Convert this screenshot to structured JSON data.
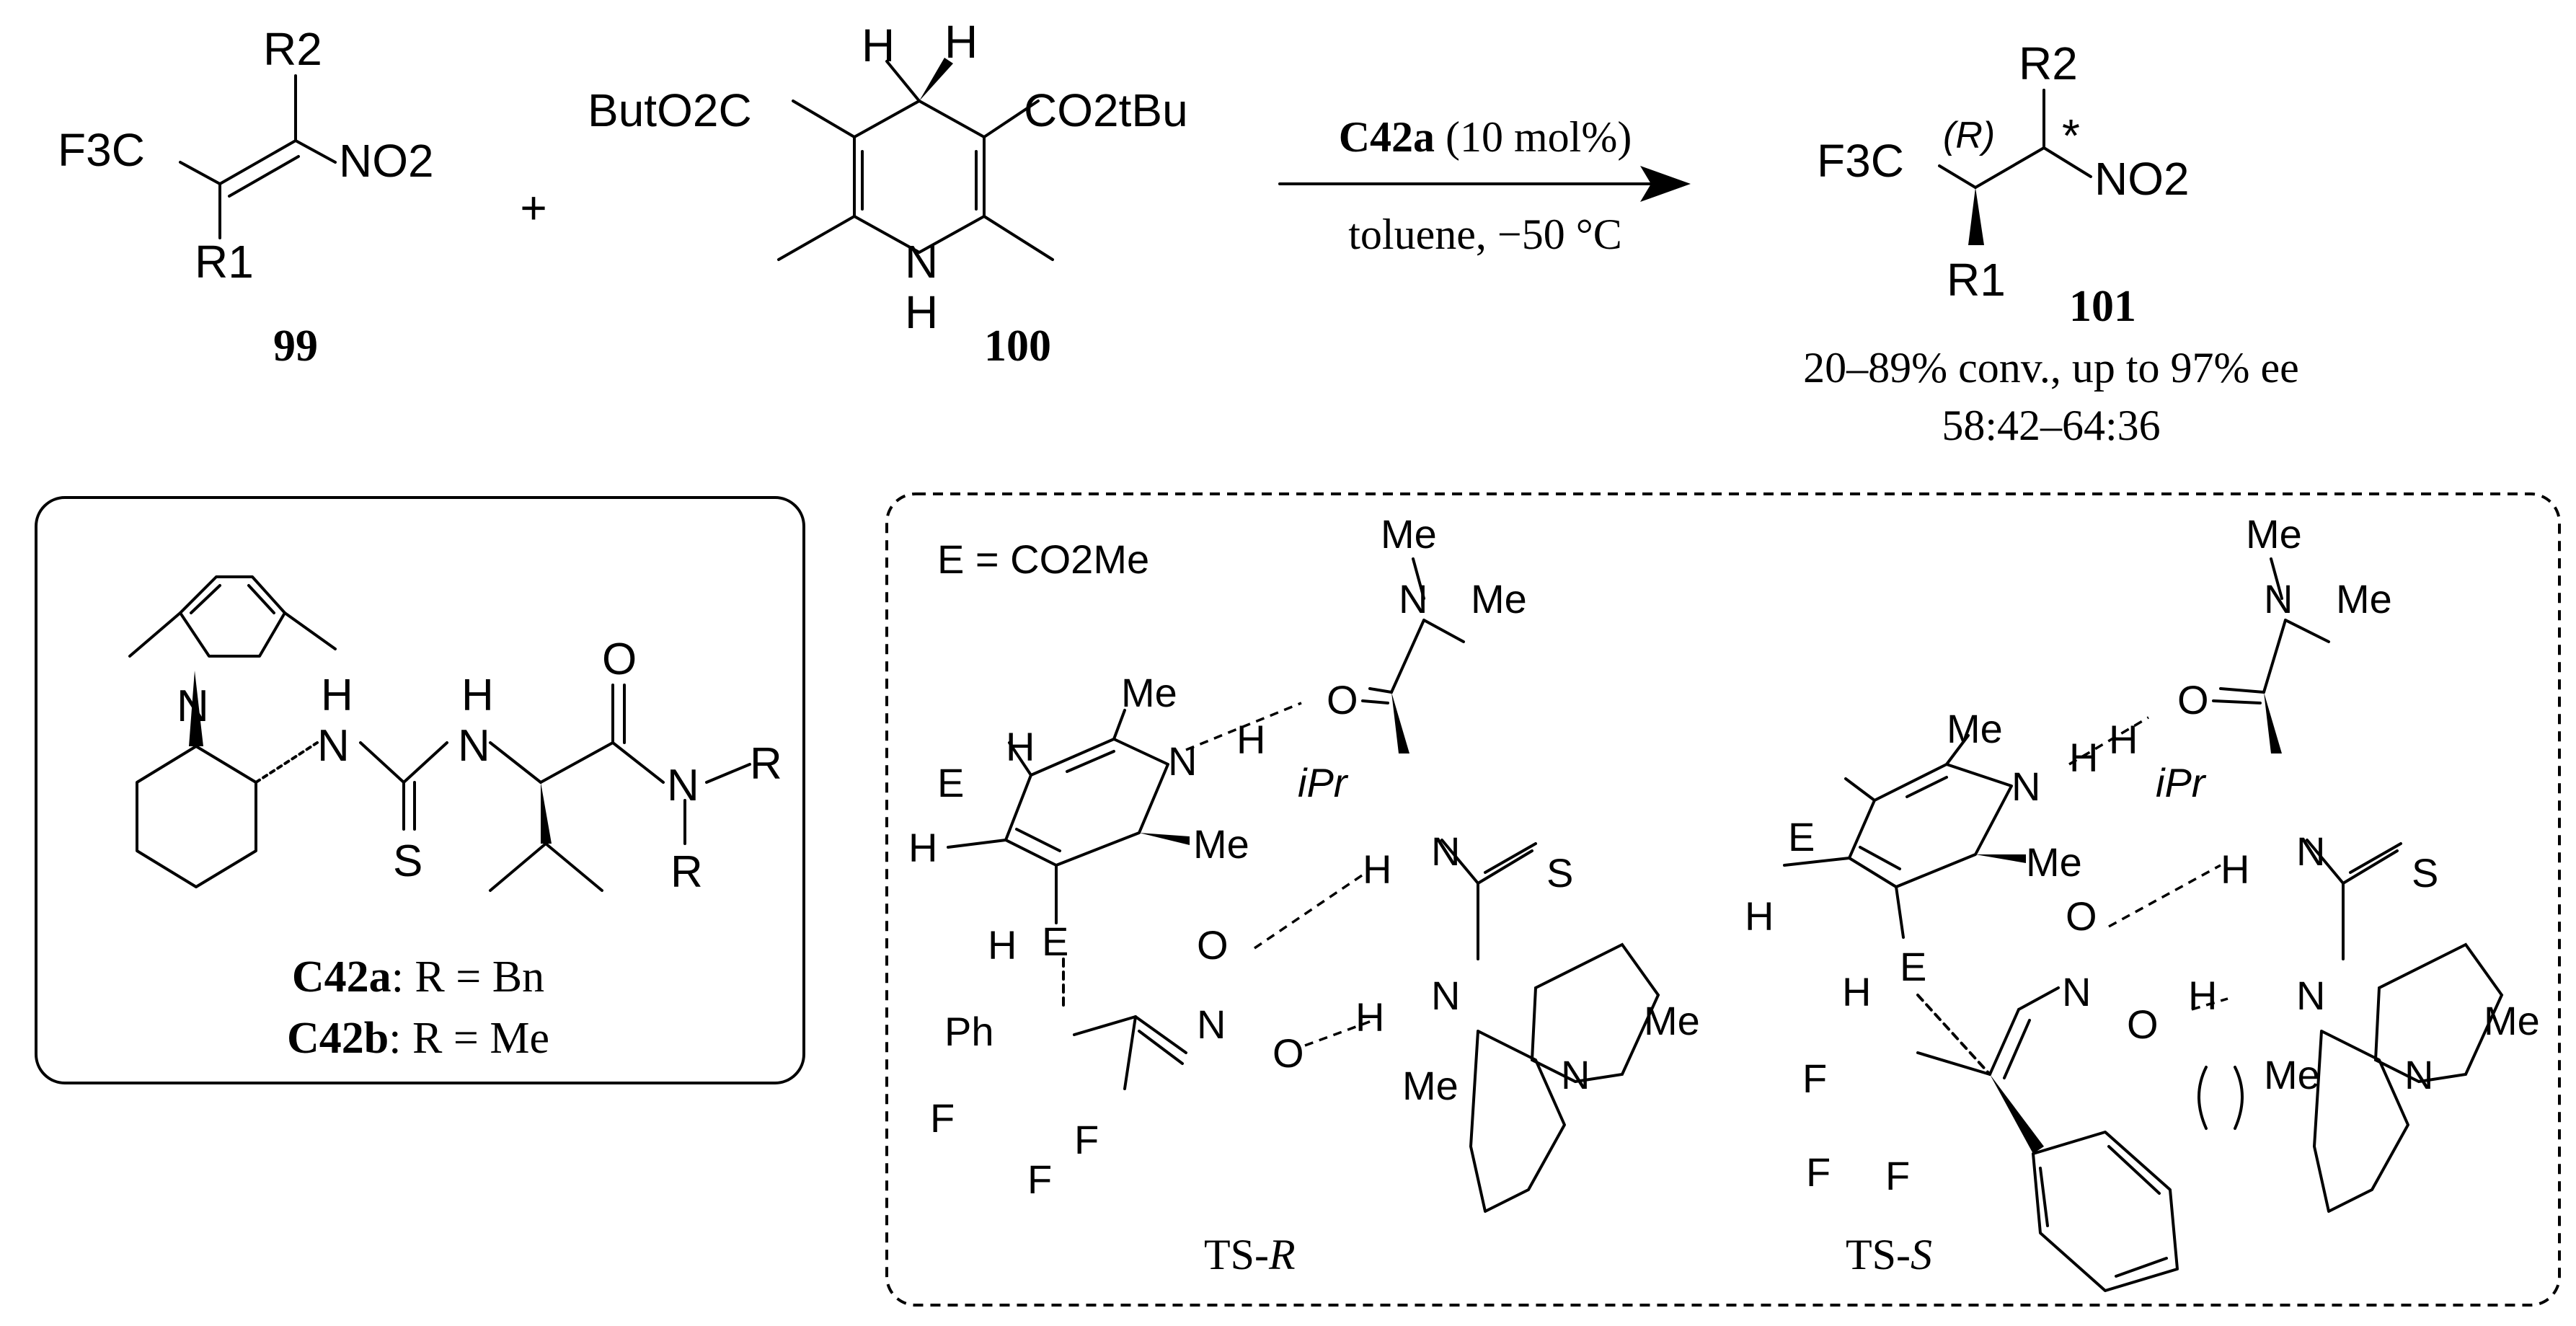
{
  "reaction": {
    "substrate": {
      "id": "99",
      "labels": {
        "f3c": "F3C",
        "r1": "R1",
        "r2": "R2",
        "no2": "NO2"
      }
    },
    "plus": "+",
    "hantzsch_ester": {
      "id": "100",
      "labels": {
        "left_ester": "ButO2C",
        "right_ester": "CO2tBu",
        "h_left": "H",
        "h_right": "H",
        "nh": "N",
        "nh_h": "H"
      }
    },
    "conditions": {
      "catalyst": "C42a",
      "loading": " (10 mol%)",
      "solvent_temp": "toluene, −50 °C"
    },
    "product": {
      "id": "101",
      "labels": {
        "f3c": "F3C",
        "config": "(R)",
        "star": "*",
        "r1": "R1",
        "r2": "R2",
        "no2": "NO2"
      },
      "result_line1": "20–89% conv., up to 97% ee",
      "result_line2": "58:42–64:36"
    }
  },
  "catalyst_box": {
    "labels": {
      "pyrrole_n": "N",
      "nh1": "H",
      "nh1_n": "N",
      "nh2": "H",
      "nh2_n": "N",
      "s": "S",
      "o": "O",
      "amide_n": "N",
      "r_top": "R",
      "r_bottom": "R"
    },
    "c42a": {
      "name": "C42a",
      "desc": ": R = Bn"
    },
    "c42b": {
      "name": "C42b",
      "desc": ": R = Me"
    }
  },
  "transition_states": {
    "legend": "E = CO2Me",
    "ts_r": {
      "label": "TS-",
      "label_italic": "R",
      "atoms": [
        "Me",
        "N",
        "Me",
        "O",
        "H",
        "Me",
        "N",
        "H",
        "E",
        "H",
        "Me",
        "E",
        "H",
        "iPr",
        "N",
        "H",
        "S",
        "O",
        "N",
        "O",
        "H",
        "N",
        "Ph",
        "F",
        "F",
        "F",
        "Me",
        "N",
        "Me"
      ]
    },
    "ts_s": {
      "label": "TS-",
      "label_italic": "S",
      "atoms": [
        "Me",
        "N",
        "Me",
        "O",
        "H",
        "Me",
        "N",
        "H",
        "E",
        "H",
        "Me",
        "E",
        "H",
        "iPr",
        "N",
        "H",
        "S",
        "O",
        "N",
        "O",
        "H",
        "N",
        "F",
        "F",
        "F",
        "Me",
        "N",
        "Me"
      ]
    }
  }
}
